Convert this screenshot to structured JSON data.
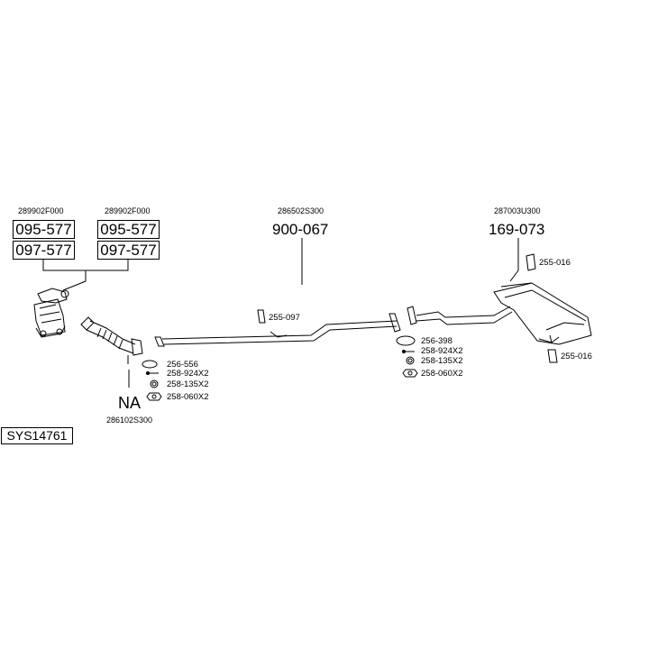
{
  "system_code": "SYS14761",
  "groups": {
    "cat_left": {
      "oe": "289902F000",
      "parts": [
        "095-577",
        "097-577"
      ]
    },
    "cat_right": {
      "oe": "289902F000",
      "parts": [
        "095-577",
        "097-577"
      ]
    },
    "front_pipe": {
      "label": "NA",
      "oe": "286102S300",
      "fittings": [
        "256-556",
        "258-924X2",
        "258-135X2",
        "258-060X2"
      ]
    },
    "center_pipe": {
      "oe": "286502S300",
      "part": "900-067",
      "hanger": "255-097"
    },
    "rear_joint": {
      "fittings": [
        "256-398",
        "258-924X2",
        "258-135X2",
        "258-060X2"
      ]
    },
    "rear_silencer": {
      "oe": "287003U300",
      "part": "169-073",
      "hangers": [
        "255-016",
        "255-016"
      ]
    }
  }
}
